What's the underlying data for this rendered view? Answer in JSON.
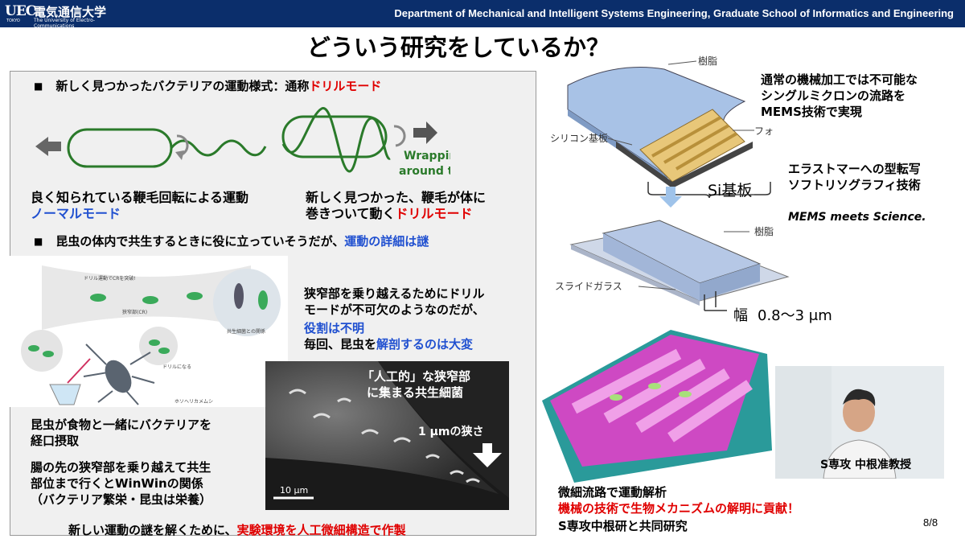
{
  "header": {
    "logo_mark": "UEC",
    "logo_jp": "電気通信大学",
    "logo_en": "The University of Electro-Communications",
    "logo_small": "TOKYO",
    "department": "Department of Mechanical and Intelligent Systems Engineering, Graduate School of Informatics and Engineering"
  },
  "title": "どういう研究をしているか？",
  "left": {
    "b1_prefix": "新しく見つかったバクテリアの運動様式：通称",
    "b1_highlight": "ドリルモード",
    "wrapping": "Wrapping\naround the cell!",
    "normal_line1": "良く知られている鞭毛回転による運動",
    "normal_line2": "ノーマルモード",
    "drill_line1": "新しく見つかった、鞭毛が体に",
    "drill_line2_prefix": "巻きついて動く",
    "drill_line2_highlight": "ドリルモード",
    "b2_prefix": "昆虫の体内で共生するときに役に立っていそうだが、",
    "b2_highlight": "運動の詳細は謎",
    "note1": "狭窄部を乗り越えるためにドリル",
    "note2": "モードが不可欠のようなのだが、",
    "note3": "役割は不明",
    "note4_prefix": "毎回、昆虫を",
    "note4_highlight": "解剖するのは大変",
    "illus_labels": {
      "drill_cr": "ドリル運動でCRを突破!",
      "stricture": "狭窄部(CR)",
      "symbiosis": "共生細菌との関係",
      "drill_becomes": "ドリルになる",
      "insect": "ホソヘリカメムシ"
    },
    "micro_label1": "「人工的」な狭窄部",
    "micro_label2": "に集まる共生細菌",
    "micro_width": "1 μmの狭さ",
    "scale_bar": "10 μm",
    "intake1": "昆虫が食物と一緒にバクテリアを",
    "intake2": "経口摂取",
    "gut1": "腸の先の狭窄部を乗り越えて共生",
    "gut2": "部位まで行くとWinWinの関係",
    "gut3": "（バクテリア繁栄・昆虫は栄養）",
    "bottom_prefix": "新しい運動の謎を解くために、",
    "bottom_highlight": "実験環境を人工微細構造で作製"
  },
  "right": {
    "resin": "樹脂",
    "photoresist": "フォトレジスト",
    "si_substrate": "シリコン基板",
    "si_board": "Si基板",
    "text1_l1": "通常の機械加工では不可能な",
    "text1_l2": "シングルミクロンの流路を",
    "text1_l3": "MEMS技術で実現",
    "text2_l1": "エラストマーへの型転写",
    "text2_l2": "ソフトリソグラフィ技術",
    "text3": "MEMS meets Science.",
    "resin2": "樹脂",
    "slide_glass": "スライドガラス",
    "width_label": "幅",
    "width_value": "0.8〜3 μm",
    "professor": "S専攻 中根准教授",
    "bottom1": "微細流路で運動解析",
    "bottom2": "機械の技術で生物メカニズムの解明に貢献！",
    "bottom3": "S専攻中根研と共同研究"
  },
  "page_number": "8/8",
  "colors": {
    "header": "#0b2e6b",
    "red": "#e00000",
    "blue": "#2050d0",
    "green": "#2a7a2a",
    "chip_magenta": "#e040c8",
    "chip_teal": "#2a9a9a"
  }
}
